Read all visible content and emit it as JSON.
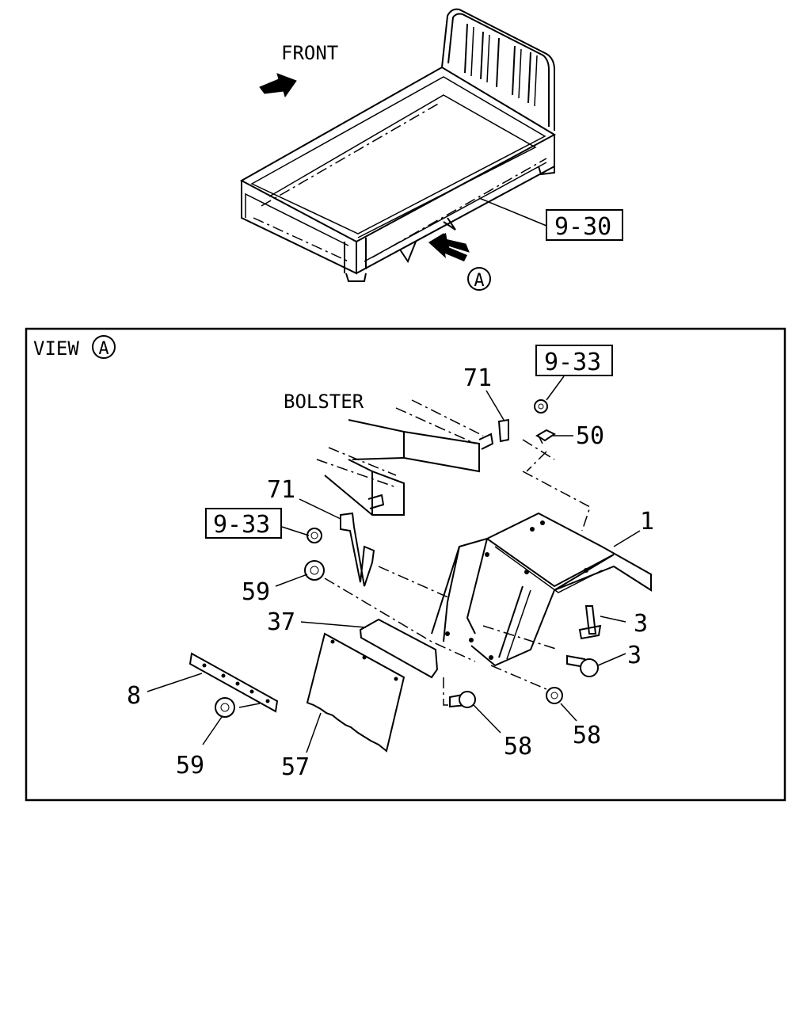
{
  "top_view": {
    "front_label": "FRONT",
    "ref_bed": "9-30",
    "view_marker": "A"
  },
  "detail_view": {
    "title": "VIEW",
    "title_marker": "A",
    "bolster_label": "BOLSTER",
    "refs": {
      "upper_nut": "9-33",
      "left_nut": "9-33"
    },
    "callouts": {
      "bolt_upper": "71",
      "bolt_lower": "71",
      "clip": "50",
      "fender": "1",
      "screw_upper": "3",
      "screw_lower": "3",
      "nut_mid": "59",
      "nut_low": "59",
      "bracket": "37",
      "plate": "8",
      "mudflap": "57",
      "bolt_left": "58",
      "bolt_right": "58"
    }
  }
}
